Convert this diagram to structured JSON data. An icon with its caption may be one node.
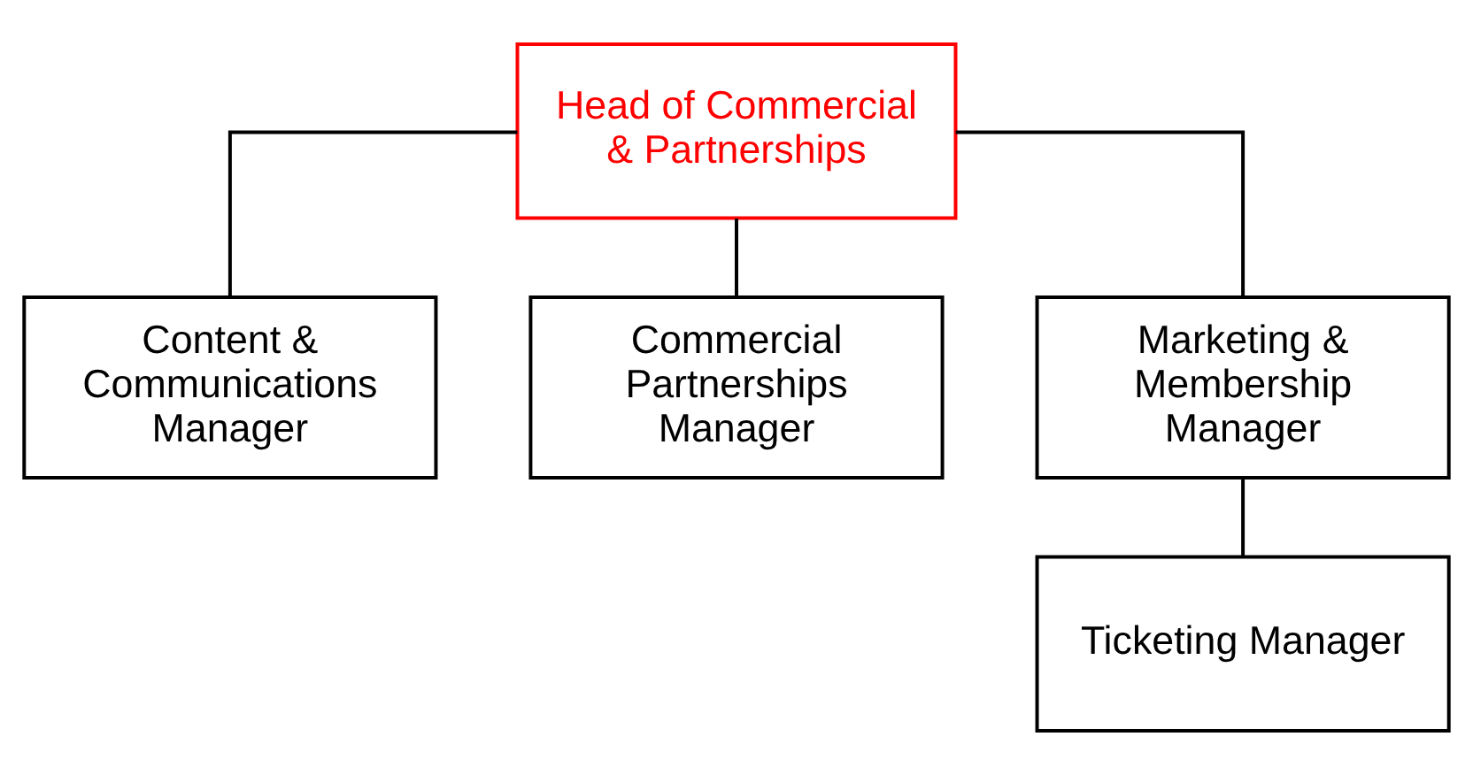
{
  "diagram": {
    "nodes": [
      {
        "text": [
          "Head of Commercial & Partnerships"
        ]
      },
      {
        "text": [
          "Content & Communications Manager"
        ]
      },
      {
        "text": [
          "Commercial Partnerships Manager"
        ]
      },
      {
        "text": [
          "Marketing & Membership Manager"
        ]
      },
      {
        "text": [
          "Ticketing Manager"
        ]
      }
    ],
    "edges": [
      {
        "from": 0,
        "to": 1,
        "arrow": "none"
      },
      {
        "from": 0,
        "to": 2,
        "arrow": "none"
      },
      {
        "from": 0,
        "to": 3,
        "arrow": "none"
      },
      {
        "from": 3,
        "to": 4,
        "arrow": "none"
      }
    ]
  }
}
